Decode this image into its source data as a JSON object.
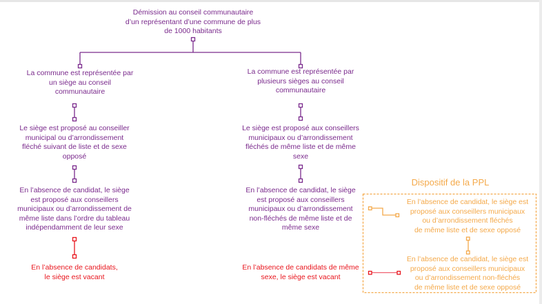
{
  "colors": {
    "purple": "#7a2a8c",
    "red": "#e8141c",
    "orange": "#f4a94a"
  },
  "root": "Démission au conseil communautaire\nd’un représentant d’une commune de plus\nde 1000 habitants",
  "left": {
    "case": "La commune est représentée par\nun siège au conseil\ncommunautaire",
    "step1": "Le siège est proposé au conseiller\nmunicipal ou d’arrondissement\nfléché suivant de liste et de sexe\nopposé",
    "step2": "En l’absence de candidat, le siège\nest proposé aux conseillers\nmunicipaux ou d’arrondissement de\nmême liste dans l’ordre du tableau\nindépendamment de leur sexe",
    "end": "En l’absence de candidats,\nle siège est vacant"
  },
  "right": {
    "case": "La commune est représentée par\nplusieurs sièges au conseil\ncommunautaire",
    "step1": "Le siège est proposé aux conseillers\nmunicipaux ou d’arrondissement\nfléchés de même liste et de même\nsexe",
    "step2": "En l’absence de candidat, le siège\nest proposé aux conseillers\nmunicipaux ou d’arrondissement\nnon-fléchés de même liste et de\nmême sexe",
    "end": "En l’absence de candidats de même\nsexe, le siège est vacant"
  },
  "ppl": {
    "title": "Dispositif de la PPL",
    "step1": "En l’absence de candidat, le siège est\nproposé aux conseillers municipaux\nou d’arrondissement fléchés\nde même liste et de sexe opposé",
    "step2": "En l’absence de candidat, le siège est\nproposé aux conseillers municipaux\nou d’arrondissement non-fléchés\nde même liste et de sexe opposé"
  }
}
